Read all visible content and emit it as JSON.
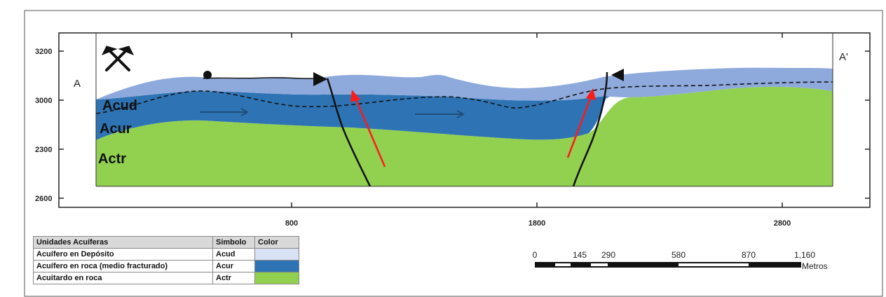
{
  "section": {
    "left_label": "A",
    "right_label": "A'",
    "y_ticks": [
      "3200",
      "3000",
      "2300",
      "2600"
    ],
    "x_ticks": [
      "800",
      "1800",
      "2800"
    ],
    "icon": "crossed-hammers-icon"
  },
  "units": [
    {
      "code": "Acud",
      "name": "Acuífero en Depósito",
      "color": "#d9e1f5"
    },
    {
      "code": "Acur",
      "name": "Acuífero en roca (medio fracturado)",
      "color": "#2e74b5"
    },
    {
      "code": "Actr",
      "name": "Acuitardo en roca",
      "color": "#92d050"
    }
  ],
  "section_colors": {
    "acud_fill": "#8ea9db",
    "acur_fill": "#2e74b5",
    "actr_fill": "#92d050",
    "fault": "#111111",
    "flow_arrow": "#ff1a1a",
    "lateral_flow": "#1f4e79"
  },
  "legend": {
    "header_unit": "Unidades Acuíferas",
    "header_symbol": "Simbolo",
    "header_color": "Color"
  },
  "scale_bar": {
    "labels": [
      "0",
      "145",
      "290",
      "580",
      "870",
      "1,160"
    ],
    "unit": "Metros"
  }
}
